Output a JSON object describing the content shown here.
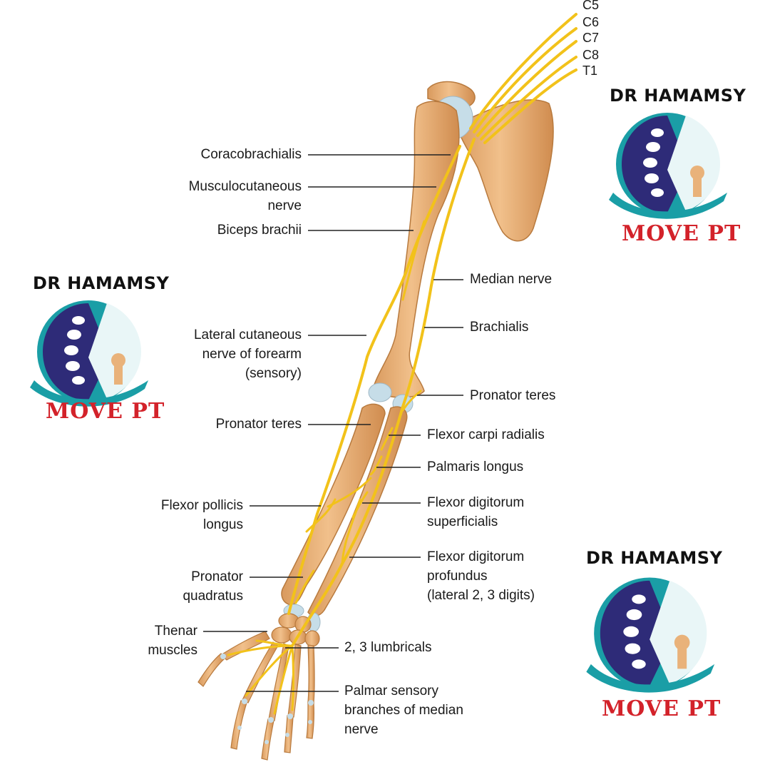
{
  "roots": [
    "C5",
    "C6",
    "C7",
    "C8",
    "T1"
  ],
  "labels_left": [
    {
      "id": "coracobrachialis",
      "text": "Coracobrachialis"
    },
    {
      "id": "musculocutaneous-nerve",
      "text": "Musculocutaneous\nnerve"
    },
    {
      "id": "biceps-brachii",
      "text": "Biceps brachii"
    },
    {
      "id": "lateral-cutaneous-nerve",
      "text": "Lateral cutaneous\nnerve of forearm\n(sensory)"
    },
    {
      "id": "pronator-teres-left",
      "text": "Pronator teres"
    },
    {
      "id": "flexor-pollicis-longus",
      "text": "Flexor pollicis\nlongus"
    },
    {
      "id": "pronator-quadratus",
      "text": "Pronator\nquadratus"
    },
    {
      "id": "thenar-muscles",
      "text": "Thenar\nmuscles"
    }
  ],
  "labels_right": [
    {
      "id": "median-nerve",
      "text": "Median nerve"
    },
    {
      "id": "brachialis",
      "text": "Brachialis"
    },
    {
      "id": "pronator-teres-right",
      "text": "Pronator teres"
    },
    {
      "id": "flexor-carpi-radialis",
      "text": "Flexor carpi radialis"
    },
    {
      "id": "palmaris-longus",
      "text": "Palmaris longus"
    },
    {
      "id": "flexor-digitorum-superficialis",
      "text": "Flexor digitorum\nsuperficialis"
    },
    {
      "id": "flexor-digitorum-profundus",
      "text": "Flexor digitorum\nprofundus\n(lateral 2, 3 digits)"
    },
    {
      "id": "lumbricals",
      "text": "2, 3 lumbricals"
    },
    {
      "id": "palmar-sensory-branches",
      "text": "Palmar sensory\nbranches of median\nnerve"
    }
  ],
  "watermark": {
    "top_text": "DR HAMAMSY",
    "bottom_text": "MOVE PT",
    "colors": {
      "teal": "#1a9ea6",
      "navy": "#2e2b78",
      "red": "#d3222a"
    }
  },
  "colors": {
    "bone": "#e9b27a",
    "bone_shade": "#c98a4e",
    "nerve": "#f2c21a",
    "cartilage": "#c6dde8",
    "line": "#222222"
  }
}
